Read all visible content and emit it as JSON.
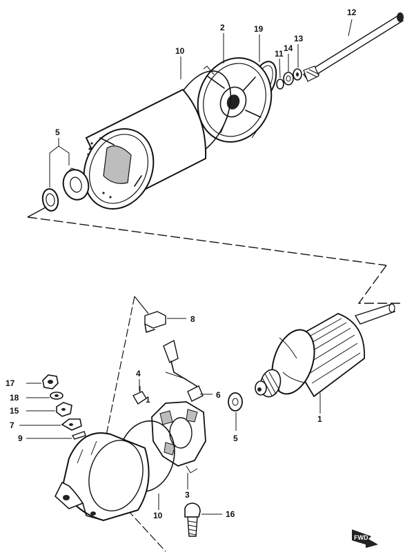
{
  "diagram": {
    "callouts": [
      {
        "id": "c12",
        "label": "12"
      },
      {
        "id": "c2",
        "label": "2"
      },
      {
        "id": "c19",
        "label": "19"
      },
      {
        "id": "c10a",
        "label": "10"
      },
      {
        "id": "c14",
        "label": "14"
      },
      {
        "id": "c13",
        "label": "13"
      },
      {
        "id": "c11",
        "label": "11"
      },
      {
        "id": "c5a",
        "label": "5"
      },
      {
        "id": "c8",
        "label": "8"
      },
      {
        "id": "c17",
        "label": "17"
      },
      {
        "id": "c18",
        "label": "18"
      },
      {
        "id": "c15",
        "label": "15"
      },
      {
        "id": "c7",
        "label": "7"
      },
      {
        "id": "c9",
        "label": "9"
      },
      {
        "id": "c4",
        "label": "4"
      },
      {
        "id": "c1b",
        "label": "1"
      },
      {
        "id": "c6",
        "label": "6"
      },
      {
        "id": "c5b",
        "label": "5"
      },
      {
        "id": "c1",
        "label": "1"
      },
      {
        "id": "c3",
        "label": "3"
      },
      {
        "id": "c10b",
        "label": "10"
      },
      {
        "id": "c16",
        "label": "16"
      }
    ],
    "fwd_mark": "FWD"
  }
}
